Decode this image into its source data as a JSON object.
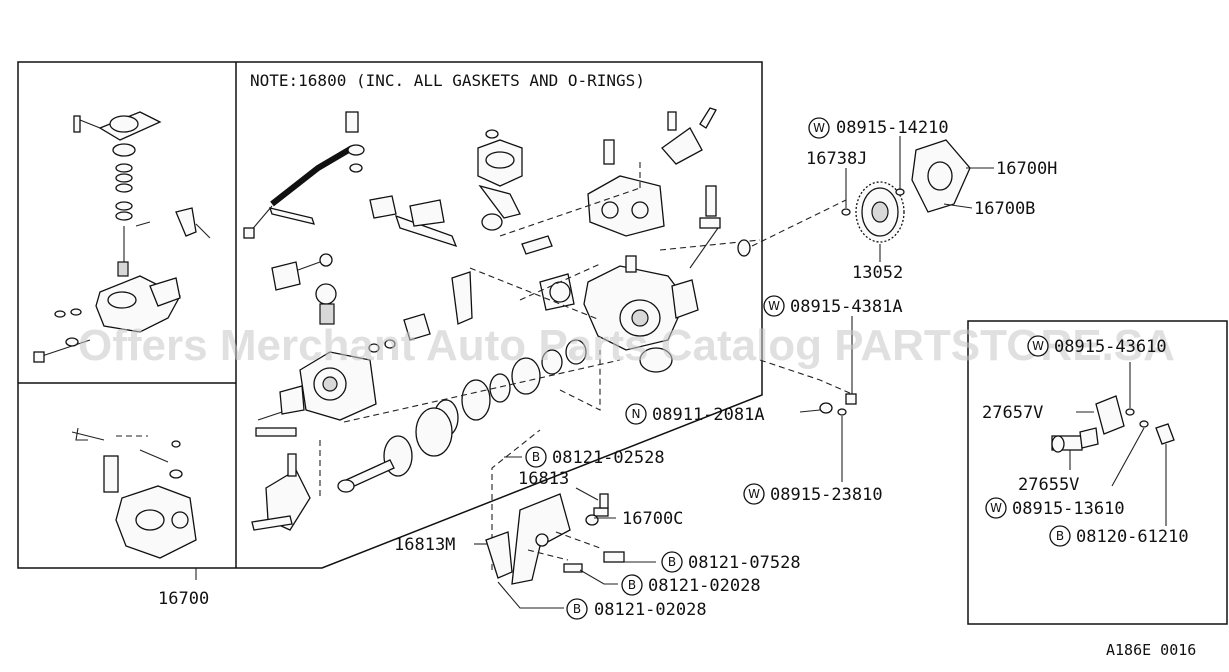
{
  "note": "NOTE:16800 (INC. ALL GASKETS AND O-RINGS)",
  "watermark": "Offers Merchant Auto Parts Catalog PARTSTORE.SA",
  "diagram_code": "A186E 0016",
  "main_assembly_label": "16700",
  "callouts": {
    "c08915_14210": {
      "prefix": "W",
      "code": "08915-14210"
    },
    "c16738J": {
      "prefix": "",
      "code": "16738J"
    },
    "c16700H": {
      "prefix": "",
      "code": "16700H"
    },
    "c16700B": {
      "prefix": "",
      "code": "16700B"
    },
    "c13052": {
      "prefix": "",
      "code": "13052"
    },
    "c08915_4381A": {
      "prefix": "W",
      "code": "08915-4381A"
    },
    "c08911_2081A": {
      "prefix": "N",
      "code": "08911-2081A"
    },
    "c08915_23810": {
      "prefix": "W",
      "code": "08915-23810"
    },
    "c08121_02528": {
      "prefix": "B",
      "code": "08121-02528"
    },
    "c16813": {
      "prefix": "",
      "code": "16813"
    },
    "c16700C": {
      "prefix": "",
      "code": "16700C"
    },
    "c16813M": {
      "prefix": "",
      "code": "16813M"
    },
    "c08121_07528": {
      "prefix": "B",
      "code": "08121-07528"
    },
    "c08121_02028a": {
      "prefix": "B",
      "code": "08121-02028"
    },
    "c08121_02028b": {
      "prefix": "B",
      "code": "08121-02028"
    },
    "c08915_43610": {
      "prefix": "W",
      "code": "08915-43610"
    },
    "c27657V": {
      "prefix": "",
      "code": "27657V"
    },
    "c27655V": {
      "prefix": "",
      "code": "27655V"
    },
    "c08915_13610": {
      "prefix": "W",
      "code": "08915-13610"
    },
    "c08120_61210": {
      "prefix": "B",
      "code": "08120-61210"
    }
  }
}
